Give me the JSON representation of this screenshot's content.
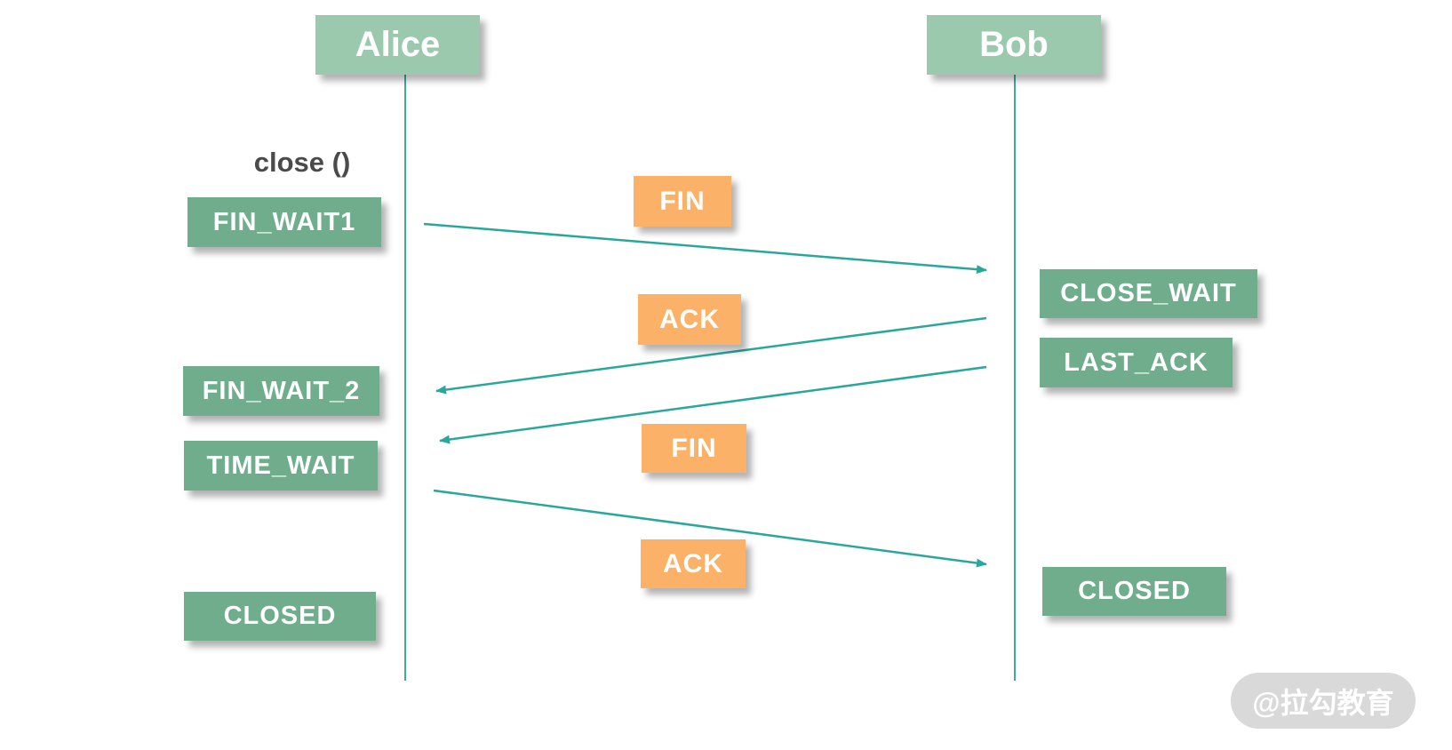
{
  "colors": {
    "actor_green": "#9ac9ae",
    "state_green": "#6fad8c",
    "message_orange": "#fbb168",
    "arrow_teal": "#2aa79b",
    "annotation_gray": "#4a4a4a",
    "watermark_gray": "#d9d9d9"
  },
  "actors": [
    {
      "name": "Alice"
    },
    {
      "name": "Bob"
    }
  ],
  "annotation": {
    "text": "close ()"
  },
  "alice_states": [
    {
      "label": "FIN_WAIT1"
    },
    {
      "label": "FIN_WAIT_2"
    },
    {
      "label": "TIME_WAIT"
    },
    {
      "label": "CLOSED"
    }
  ],
  "bob_states": [
    {
      "label": "CLOSE_WAIT"
    },
    {
      "label": "LAST_ACK"
    },
    {
      "label": "CLOSED"
    }
  ],
  "messages": [
    {
      "label": "FIN",
      "from": "Alice",
      "to": "Bob"
    },
    {
      "label": "ACK",
      "from": "Bob",
      "to": "Alice"
    },
    {
      "label": "FIN",
      "from": "Bob",
      "to": "Alice"
    },
    {
      "label": "ACK",
      "from": "Alice",
      "to": "Bob"
    }
  ],
  "watermark": {
    "text": "@拉勾教育"
  }
}
